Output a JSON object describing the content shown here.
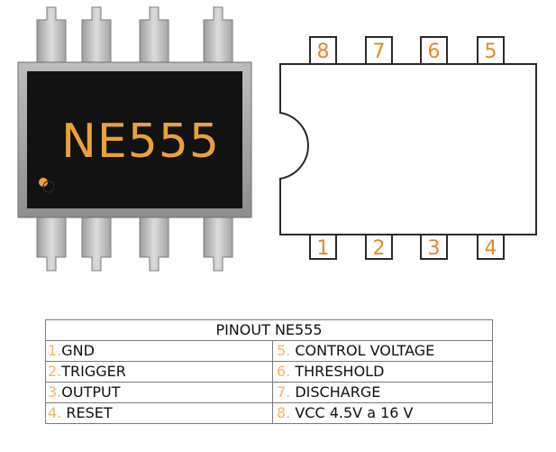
{
  "chip": {
    "marking": "NE555",
    "colors": {
      "body": "#121212",
      "frame": "#a9a9a9",
      "marking": "#e8a23a",
      "pin": "#c9c9c9",
      "pin_number": "#e08a2a"
    }
  },
  "schematic": {
    "top_pins": [
      "8",
      "7",
      "6",
      "5"
    ],
    "bottom_pins": [
      "1",
      "2",
      "3",
      "4"
    ]
  },
  "table": {
    "title": "PINOUT NE555",
    "rows": [
      {
        "left_num": "1.",
        "left_label": "GND",
        "right_num": "5.",
        "right_label": "CONTROL VOLTAGE"
      },
      {
        "left_num": "2.",
        "left_label": "TRIGGER",
        "right_num": "6.",
        "right_label": "THRESHOLD"
      },
      {
        "left_num": "3.",
        "left_label": "OUTPUT",
        "right_num": "7.",
        "right_label": "DISCHARGE"
      },
      {
        "left_num": "4.",
        "left_label": "RESET",
        "right_num": "8.",
        "right_label": "VCC  4.5V a 16 V"
      }
    ]
  }
}
